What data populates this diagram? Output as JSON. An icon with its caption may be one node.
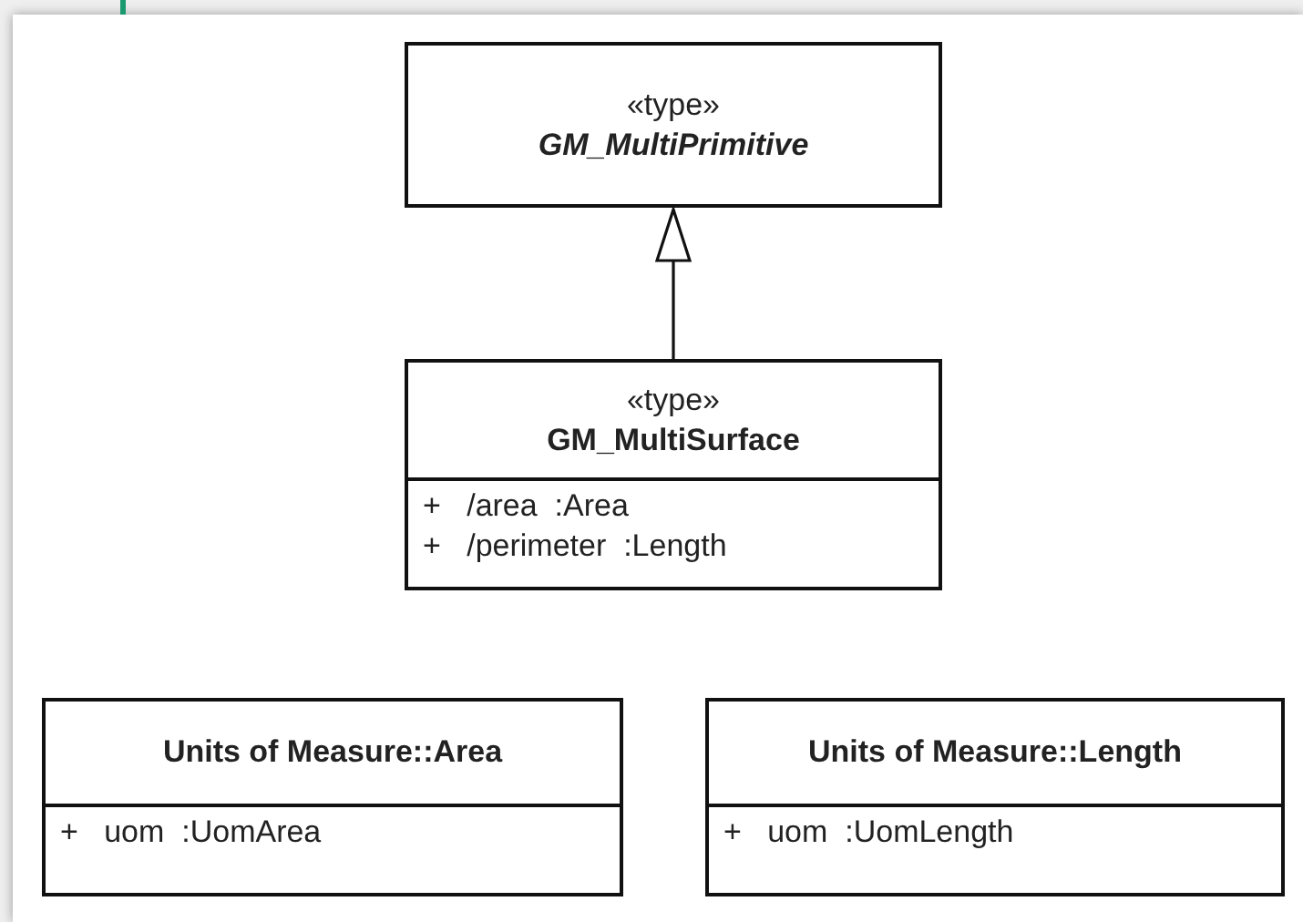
{
  "diagram": {
    "nodes": [
      {
        "text": [
          "«type»",
          "GM_MultiPrimitive"
        ]
      },
      {
        "text": [
          "«type»",
          "GM_MultiSurface",
          "+   /area  :Area",
          "+   /perimeter  :Length"
        ]
      },
      {
        "text": [
          "Units of Measure::Area",
          "+   uom  :UomArea"
        ]
      },
      {
        "text": [
          "Units of Measure::Length",
          "+   uom  :UomLength"
        ]
      }
    ],
    "edges": [
      {
        "from": 1,
        "to": 0,
        "arrow": "to"
      }
    ]
  }
}
